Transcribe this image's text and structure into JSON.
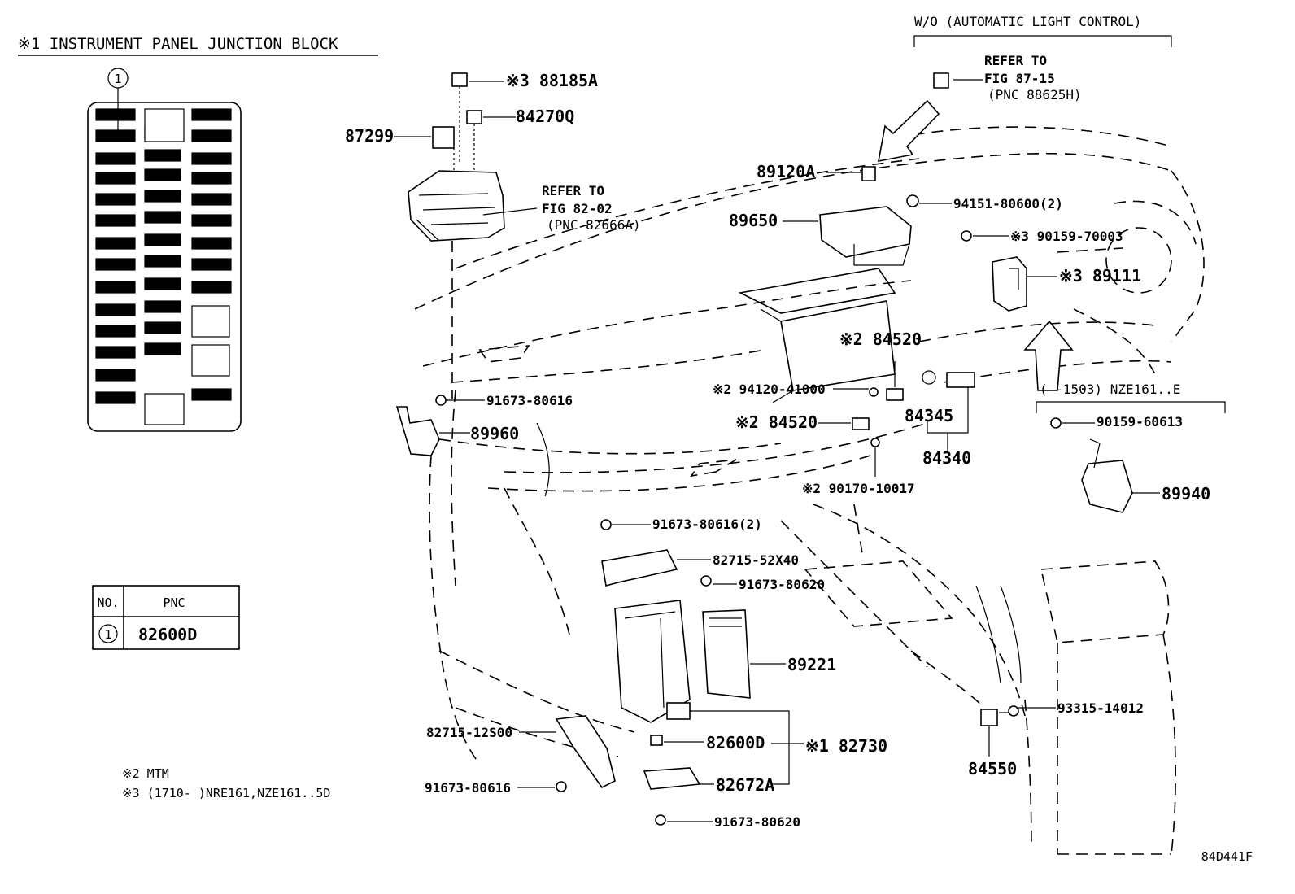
{
  "header": {
    "title": "※1 INSTRUMENT PANEL JUNCTION BLOCK",
    "variant": "W/O (AUTOMATIC LIGHT CONTROL)",
    "variant2": "(      -1503) NZE161..E"
  },
  "junction_block": {
    "callout": "1"
  },
  "references": [
    {
      "line1": "REFER TO",
      "line2": "FIG 82-02",
      "line3": "(PNC 82666A)"
    },
    {
      "line1": "REFER TO",
      "line2": "FIG 87-15",
      "line3": "(PNC 88625H)"
    }
  ],
  "pnc_table": {
    "headers": [
      "NO.",
      "PNC"
    ],
    "rows": [
      {
        "no": "1",
        "pnc": "82600D"
      }
    ]
  },
  "labels": {
    "p88185A": "※3 88185A",
    "p84270Q": "84270Q",
    "p87299": "87299",
    "p89120A": "89120A",
    "p89650": "89650",
    "p94151": "94151-80600(2)",
    "p90159_70003": "※3 90159-70003",
    "p89111": "※3 89111",
    "p84520a": "※2 84520",
    "p94120": "※2 94120-41000",
    "p84520b": "※2 84520",
    "p84345": "84345",
    "p84340": "84340",
    "p90170": "※2 90170-10017",
    "p91673_80616a": "91673-80616",
    "p89960": "89960",
    "p90159_60613": "90159-60613",
    "p89940": "89940",
    "p91673_80616_2": "91673-80616(2)",
    "p82715_52X40": "82715-52X40",
    "p91673_80620a": "91673-80620",
    "p89221": "89221",
    "p93315": "93315-14012",
    "p82715_12S00": "82715-12S00",
    "p82600D": "82600D",
    "p82730": "※1 82730",
    "p84550": "84550",
    "p91673_80616b": "91673-80616",
    "p82672A": "82672A",
    "p91673_80620b": "91673-80620"
  },
  "notes": {
    "mtm": "※2 MTM",
    "range": "※3 (1710-        )NRE161,NZE161..5D"
  },
  "diagram_id": "84D441F"
}
